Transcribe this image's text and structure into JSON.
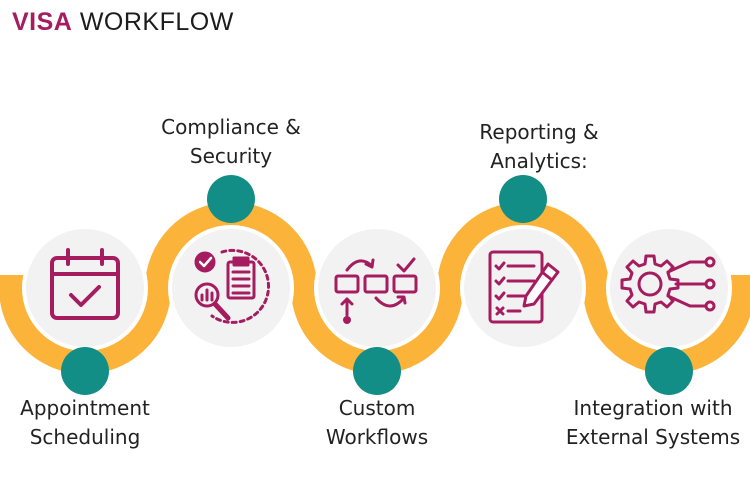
{
  "header": {
    "brand": "VISA",
    "title": "WORKFLOW"
  },
  "colors": {
    "brand": "#a51d5f",
    "track": "#fbb33a",
    "dot": "#128e87",
    "circle_fill": "#f2f2f2",
    "circle_ring": "#ffffff"
  },
  "steps": [
    {
      "label": "Appointment\nScheduling",
      "icon": "calendar-check-icon"
    },
    {
      "label": "Compliance &\nSecurity",
      "icon": "compliance-clipboard-icon"
    },
    {
      "label": "Custom\nWorkflows",
      "icon": "workflow-flow-icon"
    },
    {
      "label": "Reporting &\nAnalytics:",
      "icon": "report-pencil-icon"
    },
    {
      "label": "Integration with\nExternal Systems",
      "icon": "gear-integration-icon"
    }
  ]
}
